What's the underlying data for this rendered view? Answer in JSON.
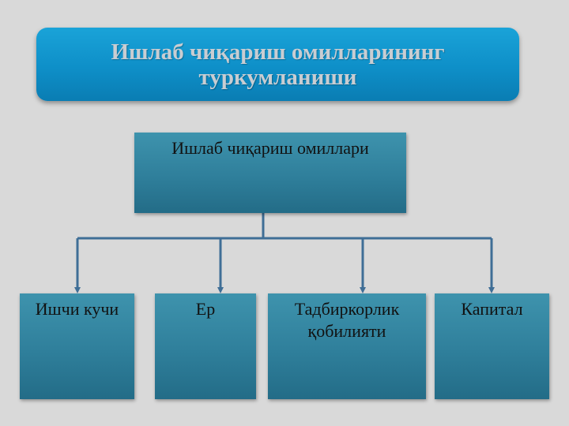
{
  "title": {
    "line1": "Ишлаб чиқариш омилларининг",
    "line2": "туркумланиши"
  },
  "root": {
    "label": "Ишлаб чиқариш омиллари"
  },
  "children": [
    {
      "line1": "Ишчи кучи",
      "line2": ""
    },
    {
      "line1": "Ер",
      "line2": ""
    },
    {
      "line1": "Тадбиркорлик",
      "line2": "қобилияти"
    },
    {
      "line1": "Капитал",
      "line2": ""
    }
  ],
  "colors": {
    "background": "#d9d9d9",
    "banner": "#0e8fc8",
    "box": "#2f7f9b",
    "connector": "#3f6e96"
  }
}
